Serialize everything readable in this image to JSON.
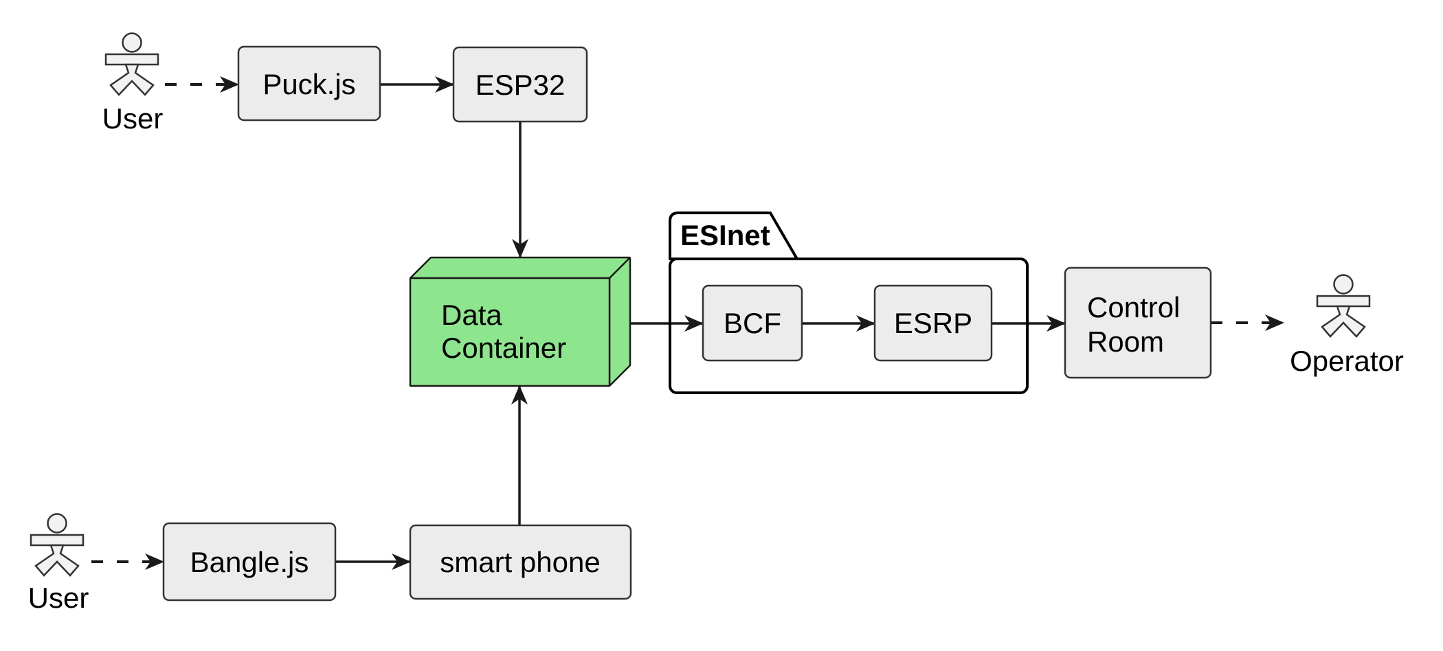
{
  "diagram": {
    "colors": {
      "green": "#8DE58D",
      "node_fill": "#ECECEC",
      "node_border": "#333333",
      "line": "#1A1A1A",
      "subgraph_border": "#000000",
      "actor_fill": "#F2F2F2"
    },
    "actors": [
      {
        "label": "User"
      },
      {
        "label": "User"
      },
      {
        "label": "Operator"
      }
    ],
    "nodes": {
      "puckjs": {
        "label": "Puck.js"
      },
      "esp32": {
        "label": "ESP32"
      },
      "data_container": {
        "line1": "Data",
        "line2": "Container"
      },
      "bcf": {
        "label": "BCF"
      },
      "esrp": {
        "label": "ESRP"
      },
      "control_room": {
        "line1": "Control",
        "line2": "Room"
      },
      "banglejs": {
        "label": "Bangle.js"
      },
      "smartphone": {
        "label": "smart phone"
      }
    },
    "subgraph": {
      "label": "ESInet"
    },
    "edges": [
      {
        "from": "User",
        "to": "Puck.js",
        "style": "dashed"
      },
      {
        "from": "Puck.js",
        "to": "ESP32",
        "style": "solid"
      },
      {
        "from": "ESP32",
        "to": "Data Container",
        "style": "solid"
      },
      {
        "from": "User",
        "to": "Bangle.js",
        "style": "dashed"
      },
      {
        "from": "Bangle.js",
        "to": "smart phone",
        "style": "solid"
      },
      {
        "from": "smart phone",
        "to": "Data Container",
        "style": "solid"
      },
      {
        "from": "Data Container",
        "to": "BCF",
        "style": "solid"
      },
      {
        "from": "BCF",
        "to": "ESRP",
        "style": "solid"
      },
      {
        "from": "ESRP",
        "to": "Control Room",
        "style": "solid"
      },
      {
        "from": "Control Room",
        "to": "Operator",
        "style": "dashed"
      }
    ]
  }
}
